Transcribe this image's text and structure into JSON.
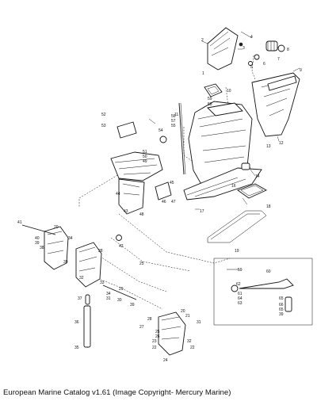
{
  "caption": "European Marine Catalog v1.61 (Image Copyright- Mercury Marine)",
  "callouts": {
    "c1": "1",
    "c2": "2",
    "c3": "3",
    "c4": "4",
    "c5": "5",
    "c6": "6",
    "c7": "7",
    "c8": "8",
    "c9": "9",
    "c10": "10",
    "c11": "11",
    "c12": "12",
    "c13": "13",
    "c14": "14",
    "c16": "16",
    "c17": "17",
    "c18": "18",
    "c19": "19",
    "c20": "20",
    "c21": "21",
    "c22": "22",
    "c23": "23",
    "c24": "24",
    "c25": "25",
    "c26": "26",
    "c27": "27",
    "c28": "28",
    "c29": "29",
    "c30": "30",
    "c31": "31",
    "c32": "32",
    "c33": "33",
    "c34": "34",
    "c35": "35",
    "c36": "36",
    "c37": "37",
    "c38": "38",
    "c39": "39",
    "c40": "40",
    "c41": "41",
    "c42": "42",
    "c43": "43",
    "c44": "44",
    "c45": "45",
    "c46": "46",
    "c47": "47",
    "c48": "48",
    "c49": "49",
    "c50": "50",
    "c51": "51",
    "c52": "52",
    "c53": "53",
    "c54": "54",
    "c55": "55",
    "c56": "56",
    "c57": "57",
    "c58": "58",
    "c59": "59",
    "c60": "60",
    "c61": "61",
    "c62": "62",
    "c63": "63",
    "c64": "64",
    "c65": "65",
    "c66": "66"
  }
}
